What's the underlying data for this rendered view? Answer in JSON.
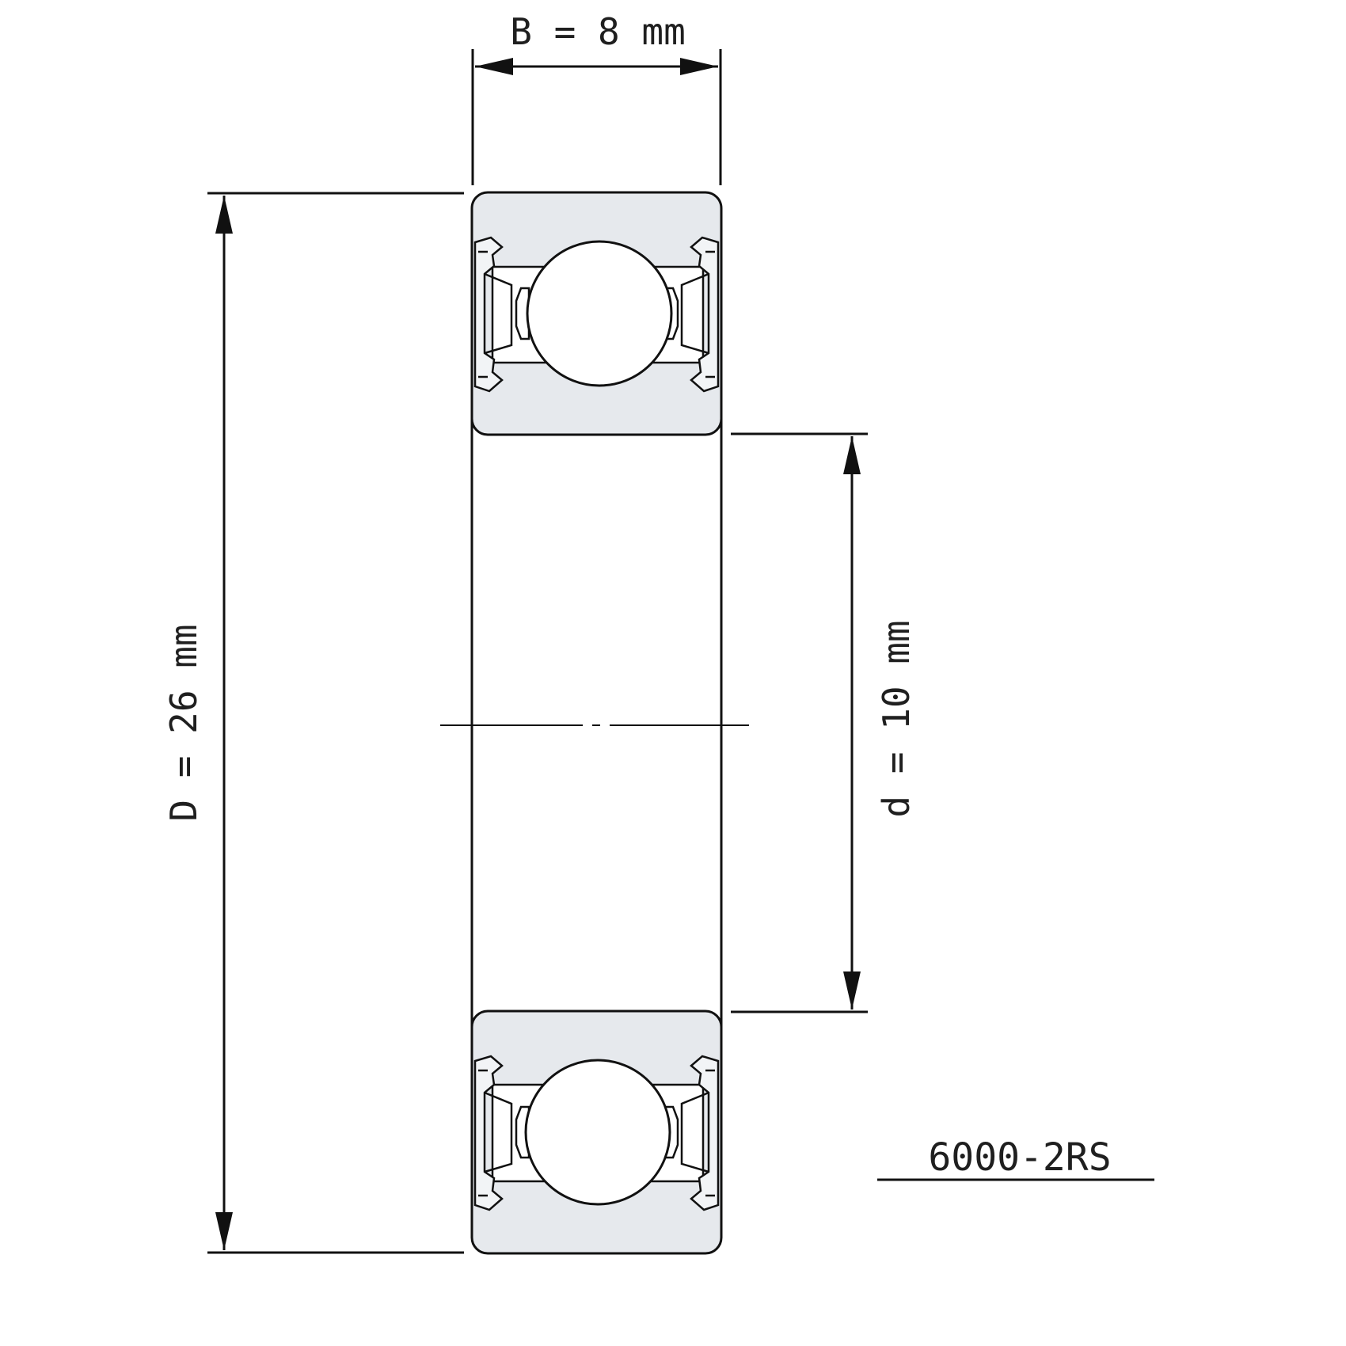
{
  "dimensions": {
    "width_label": "B = 8 mm",
    "outer_diameter_label": "D = 26 mm",
    "bore_diameter_label": "d = 10 mm"
  },
  "part": {
    "designation": "6000-2RS"
  },
  "colors": {
    "line": "#111111",
    "ring_fill": "#e6e9ed",
    "seal_fill": "#f2f4f6",
    "background": "#ffffff"
  }
}
